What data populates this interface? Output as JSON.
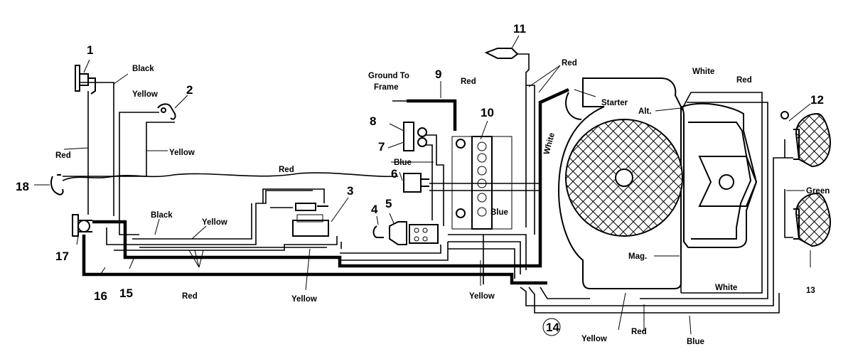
{
  "part_numbers": [
    "1",
    "2",
    "3",
    "4",
    "5",
    "6",
    "7",
    "8",
    "9",
    "10",
    "11",
    "12",
    "13",
    "14",
    "15",
    "16",
    "17",
    "18"
  ],
  "wire_labels": {
    "black_1": "Black",
    "yellow_1": "Yellow",
    "yellow_2": "Yellow",
    "red_1": "Red",
    "red_top": "Red",
    "black_2": "Black",
    "yellow_3": "Yellow",
    "red_bottom": "Red",
    "yellow_4": "Yellow",
    "ground_line1": "Ground To",
    "ground_line2": "Frame",
    "red_9": "Red",
    "blue_1": "Blue",
    "blue_2": "Blue",
    "yellow_5": "Yellow",
    "white_vertical": "White",
    "red_11": "Red",
    "starter": "Starter",
    "alt": "Alt.",
    "white_top": "White",
    "red_right": "Red",
    "green": "Green",
    "mag": "Mag.",
    "white_bottom": "White",
    "yellow_bottom": "Yellow",
    "red_bottom2": "Red",
    "blue_bottom": "Blue"
  }
}
